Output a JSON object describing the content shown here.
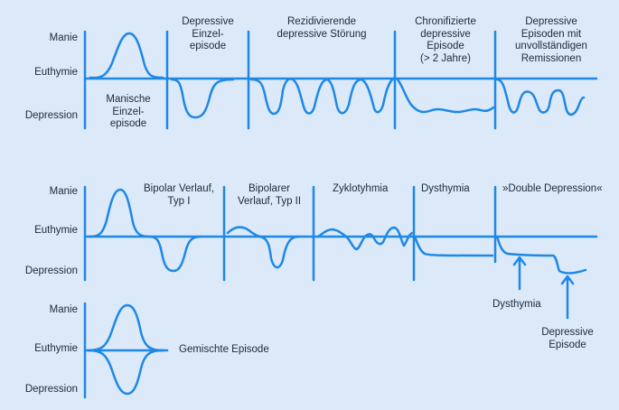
{
  "axis_labels": {
    "mania": "Manie",
    "euthymia": "Euthymie",
    "depression": "Depression"
  },
  "row1": {
    "manic_single": "Manische\nEinzel-\nepisode",
    "depressive_single": "Depressive\nEinzel-\nepisode",
    "recurrent": "Rezidivierende\ndepressive Störung",
    "chronic": "Chronifizierte\ndepressive\nEpisode\n(> 2 Jahre)",
    "incomplete": "Depressive\nEpisoden mit\nunvollständigen\nRemissionen"
  },
  "row2": {
    "bipolar1": "Bipolar Verlauf,\nTyp I",
    "bipolar2": "Bipolarer\nVerlauf, Typ II",
    "cyclothymia": "Zyklotyhmia",
    "dysthymia": "Dysthymia",
    "double": "»Double Depression«",
    "arrow_dysthymia": "Dysthymia",
    "arrow_depressive": "Depressive\nEpisode"
  },
  "row3": {
    "mixed": "Gemischte Episode"
  },
  "colors": {
    "line": "#1e88e5",
    "background": "#dbe9f8",
    "text": "#1b2a3a"
  }
}
